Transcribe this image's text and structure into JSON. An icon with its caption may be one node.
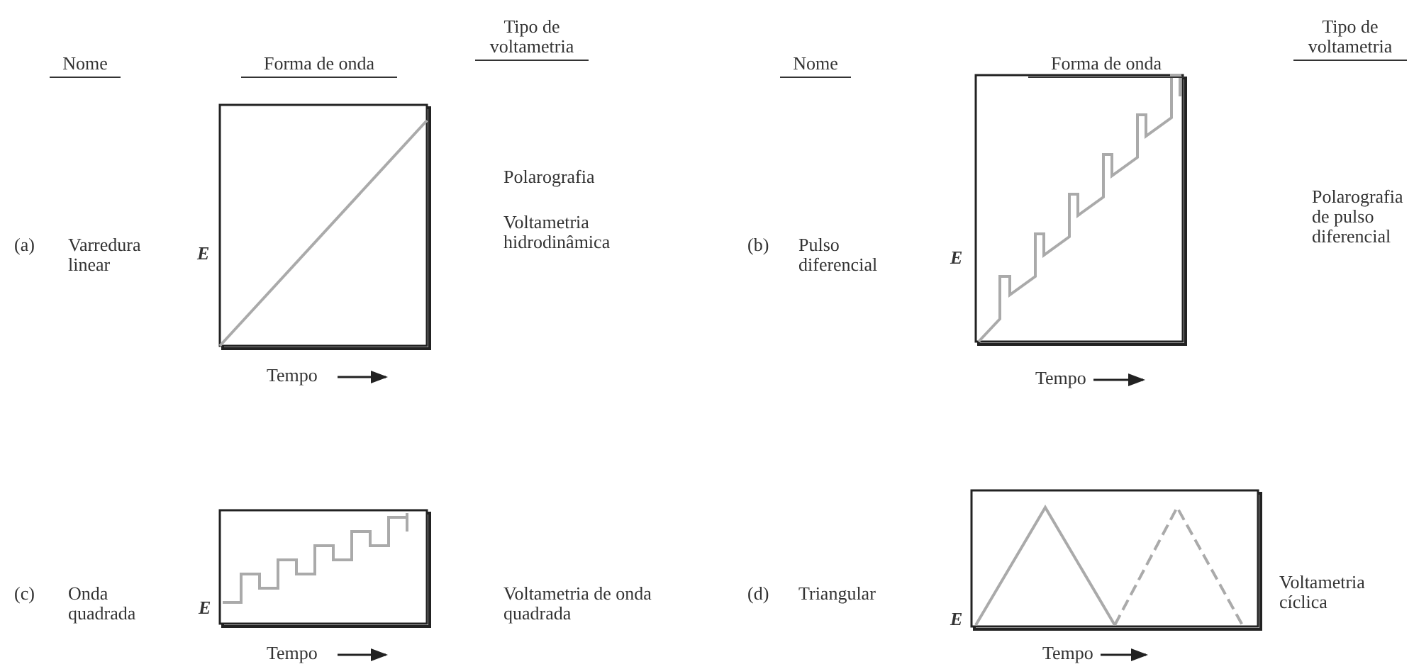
{
  "diagram": {
    "labels": [
      "Nome",
      "Forma de onda",
      "Tipo de voltametria",
      "Nome",
      "Forma de onda",
      "Tipo de voltametria",
      "(a)",
      "Varredura linear",
      "E",
      "Polarografia",
      "Voltametria hidrodinâmica",
      "(b)",
      "Pulso diferencial",
      "E",
      "Polarografia de pulso diferencial",
      "Tempo",
      "Tempo",
      "(c)",
      "Onda quadrada",
      "E",
      "Voltametria de onda quadrada",
      "(d)",
      "Triangular",
      "E",
      "Voltametria cíclica",
      "Tempo",
      "Tempo"
    ]
  }
}
